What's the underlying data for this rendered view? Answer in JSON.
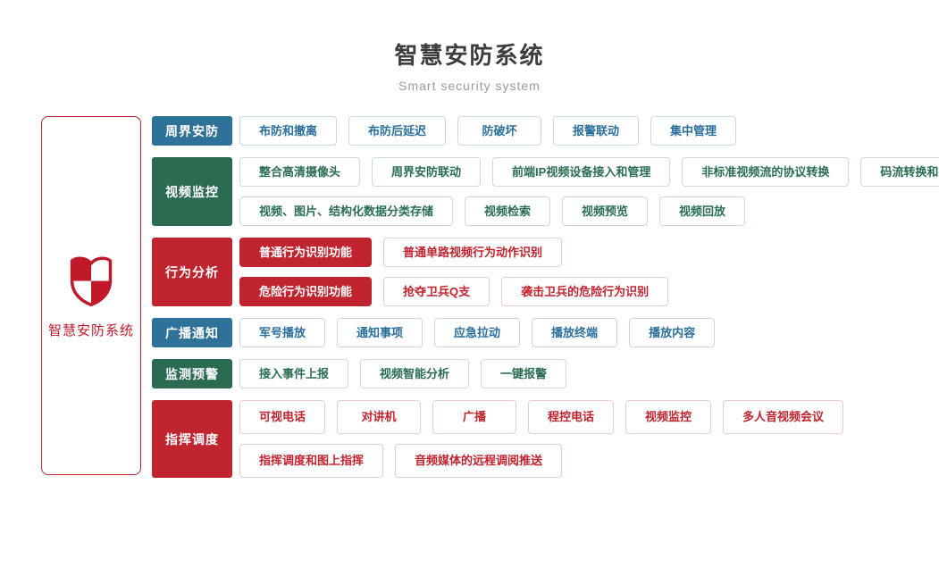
{
  "header": {
    "title": "智慧安防系统",
    "subtitle": "Smart security system"
  },
  "root": {
    "label": "智慧安防系统",
    "icon": "shield-icon"
  },
  "colors": {
    "blue": "#2e7199",
    "green": "#2b6b52",
    "red": "#c0242f",
    "title_text": "#3d3d3d",
    "subtitle_text": "#9b9b9b"
  },
  "rows": [
    {
      "category": "周界安防",
      "theme": "blue",
      "tall": false,
      "lines": [
        [
          "布防和撤离",
          "布防后延迟",
          "防破坏",
          "报警联动",
          "集中管理"
        ]
      ]
    },
    {
      "category": "视频监控",
      "theme": "green",
      "tall": false,
      "lines": [
        [
          "整合高清摄像头",
          "周界安防联动",
          "前端IP视频设备接入和管理",
          "非标准视频流的协议转换",
          "码流转换和接口转换"
        ],
        [
          "视频、图片、结构化数据分类存储",
          "视频检索",
          "视频预览",
          "视频回放"
        ]
      ]
    },
    {
      "category": "行为分析",
      "theme": "red",
      "tall": false,
      "lines": [
        [
          {
            "label": "普通行为识别功能",
            "filled": true
          },
          "普通单路视频行为动作识别"
        ],
        [
          {
            "label": "危险行为识别功能",
            "filled": true
          },
          "抢夺卫兵Q支",
          "袭击卫兵的危险行为识别"
        ]
      ]
    },
    {
      "category": "广播通知",
      "theme": "blue",
      "tall": false,
      "lines": [
        [
          "军号播放",
          "通知事项",
          "应急拉动",
          "播放终端",
          "播放内容"
        ]
      ]
    },
    {
      "category": "监测预警",
      "theme": "green",
      "tall": false,
      "lines": [
        [
          "接入事件上报",
          "视频智能分析",
          "一键报警"
        ]
      ]
    },
    {
      "category": "指挥调度",
      "theme": "red",
      "tall": true,
      "lines": [
        [
          "可视电话",
          "对讲机",
          "广播",
          "程控电话",
          "视频监控",
          "多人音视频会议"
        ],
        [
          "指挥调度和图上指挥",
          "音频媒体的远程调阅推送"
        ]
      ]
    }
  ]
}
